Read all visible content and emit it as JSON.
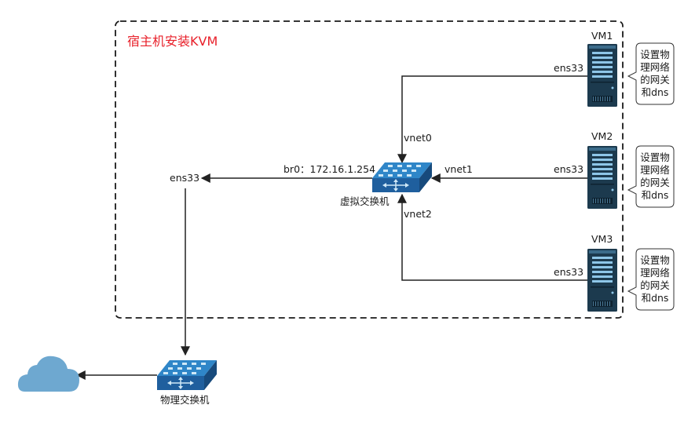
{
  "host": {
    "title": "宿主机安装KVM"
  },
  "vms": [
    {
      "name": "VM1",
      "nic": "ens33",
      "note": "设置物理网络的网关和dns"
    },
    {
      "name": "VM2",
      "nic": "ens33",
      "note": "设置物理网络的网关和dns"
    },
    {
      "name": "VM3",
      "nic": "ens33",
      "note": "设置物理网络的网关和dns"
    }
  ],
  "vswitch": {
    "label": "虚拟交换机",
    "bridge": "br0：172.16.1.254",
    "ports": [
      "vnet0",
      "vnet1",
      "vnet2"
    ]
  },
  "host_nic": "ens33",
  "pswitch": {
    "label": "物理交换机"
  },
  "colors": {
    "title": "#e8202a",
    "switch_top": "#2f86c8",
    "switch_front": "#1f5f9e",
    "server_body": "#1c3a4e",
    "cloud": "#6ea8d0"
  }
}
